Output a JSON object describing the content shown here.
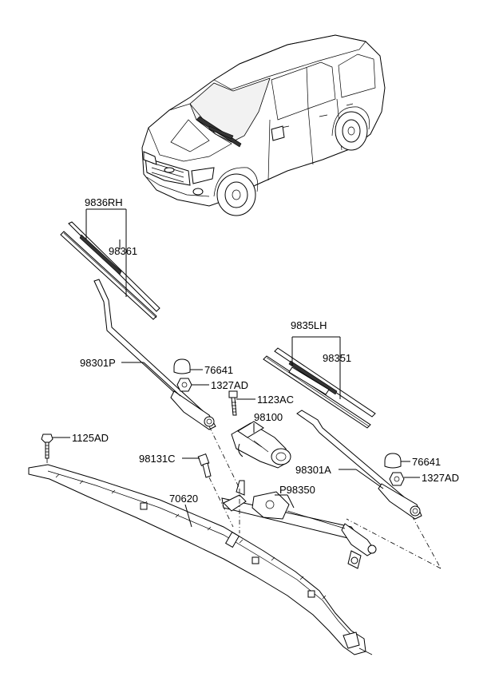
{
  "labels": {
    "blade_rh_assy": "9836RH",
    "blade_rh_refill": "98361",
    "arm_passenger": "98301P",
    "cap_upper": "76641",
    "nut_upper": "1327AD",
    "bolt_motor": "1123AC",
    "motor": "98100",
    "bolt_panel": "1125AD",
    "nozzle": "98131C",
    "cowl_panel": "70620",
    "linkage": "P98350",
    "blade_lh_assy": "9835LH",
    "blade_lh_refill": "98351",
    "arm_driver": "98301A",
    "cap_lower": "76641",
    "nut_lower": "1327AD"
  }
}
